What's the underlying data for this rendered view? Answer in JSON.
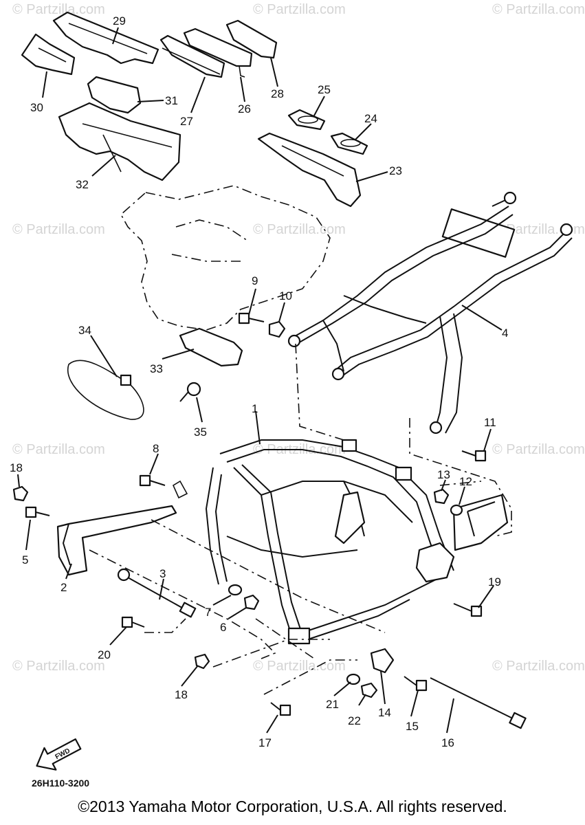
{
  "watermark": "© Partzilla.com",
  "diagram_code": "26H110-3200",
  "fwd_label": "FWD",
  "copyright": "©2013 Yamaha Motor Corporation, U.S.A. All rights reserved.",
  "callouts": {
    "c1": "1",
    "c2": "2",
    "c3": "3",
    "c4": "4",
    "c5": "5",
    "c6": "6",
    "c7": "7",
    "c8": "8",
    "c9": "9",
    "c10": "10",
    "c11": "11",
    "c12": "12",
    "c13": "13",
    "c14": "14",
    "c15": "15",
    "c16": "16",
    "c17": "17",
    "c18a": "18",
    "c18b": "18",
    "c19": "19",
    "c20": "20",
    "c21": "21",
    "c22": "22",
    "c23": "23",
    "c24": "24",
    "c25": "25",
    "c26": "26",
    "c27": "27",
    "c28": "28",
    "c29": "29",
    "c30": "30",
    "c31": "31",
    "c32": "32",
    "c33": "33",
    "c34": "34",
    "c35": "35"
  }
}
